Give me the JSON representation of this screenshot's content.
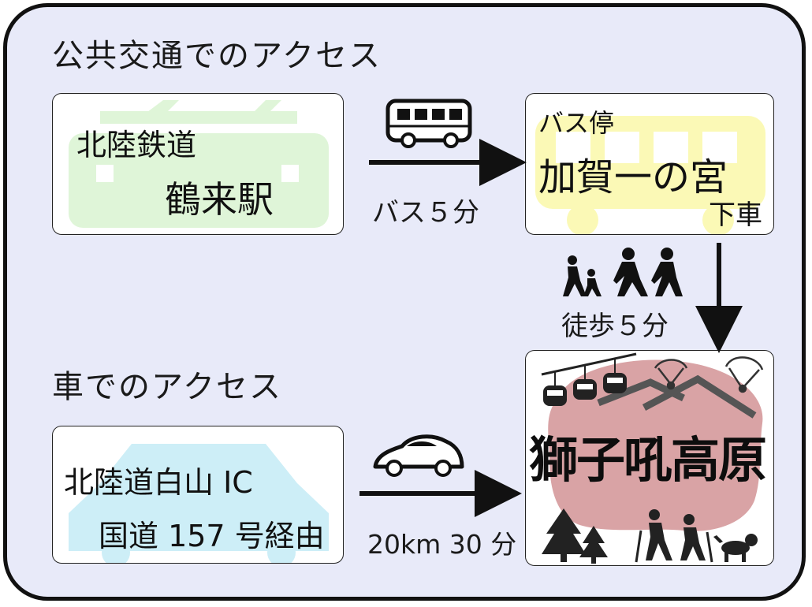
{
  "public_transport": {
    "heading": "公共交通でのアクセス",
    "start_box": {
      "line1": "北陸鉄道",
      "line2": "鶴来駅"
    },
    "bus_leg": "バス５分",
    "stop_box": {
      "small": "バス停",
      "name": "加賀一の宮",
      "action": "下車"
    },
    "walk_leg": "徒歩５分"
  },
  "car": {
    "heading": "車でのアクセス",
    "route_box": {
      "line1": "北陸道白山 IC",
      "line2": "国道 157 号経由"
    },
    "drive_leg": "20km 30 分"
  },
  "destination": {
    "name": "獅子吼高原"
  },
  "colors": {
    "frame_bg": "#e8eaf9",
    "train_watermark": "#dff5d8",
    "bus_watermark": "#fbf9b6",
    "car_watermark": "#cdeef7",
    "destination_blob": "#d9a3a5",
    "arrow": "#111111"
  },
  "icons": [
    "train-watermark-icon",
    "bus-icon",
    "bus-watermark-icon",
    "walking-people-icon",
    "car-icon",
    "car-watermark-icon",
    "gondola-icon",
    "mountains-icon",
    "paraglider-icon",
    "tree-icon",
    "hikers-icon",
    "dog-icon"
  ]
}
